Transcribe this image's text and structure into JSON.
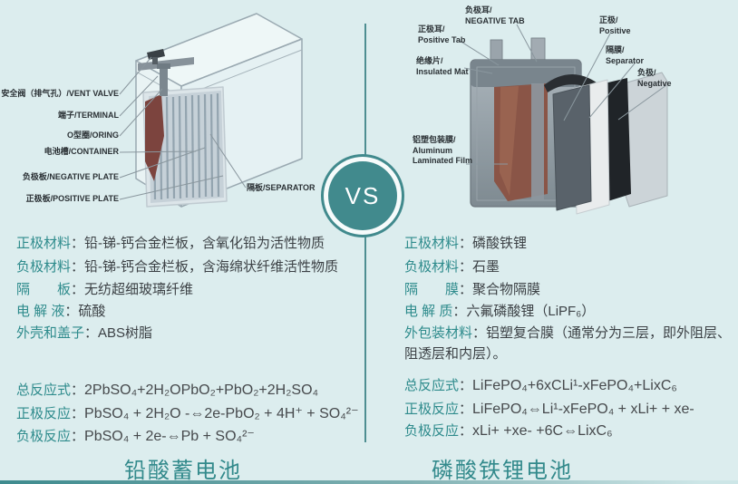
{
  "vs_badge": {
    "label": "VS"
  },
  "colon": "：",
  "colors": {
    "background": "#dcedee",
    "accent_teal": "#338a8c",
    "label_teal": "#2e8b8c",
    "text_dark": "#3c4145",
    "vs_circle": "#418a8d"
  },
  "left": {
    "title": "铅酸蓄电池",
    "diagram_labels": [
      {
        "text": "安全阀（排气孔）/VENT VALVE"
      },
      {
        "text": "端子/TERMINAL"
      },
      {
        "text": "O型圈/ORING"
      },
      {
        "text": "电池槽/CONTAINER"
      },
      {
        "text": "负极板/NEGATIVE PLATE"
      },
      {
        "text": "正极板/POSITIVE PLATE"
      },
      {
        "text": "隔板/SEPARATOR"
      }
    ],
    "specs": [
      {
        "label": "正极材料",
        "value": "铅-锑-钙合金栏板，含氧化铅为活性物质"
      },
      {
        "label": "负极材料",
        "value": "铅-锑-钙合金栏板，含海绵状纤维活性物质"
      },
      {
        "label": "隔　　板",
        "value": "无纺超细玻璃纤维"
      },
      {
        "label": "电 解 液",
        "value": "硫酸"
      },
      {
        "label": "外壳和盖子",
        "value": "ABS树脂"
      }
    ],
    "reactions": [
      {
        "label": "总反应式",
        "value": "2PbSO₄+2H₂OPbO₂+PbO₂+2H₂SO₄"
      },
      {
        "label": "正极反应",
        "value": "PbSO₄ + 2H₂O -⇔2e-PbO₂ + 4H⁺ + SO₄²⁻"
      },
      {
        "label": "负极反应",
        "value": "PbSO₄ + 2e-⇔Pb + SO₄²⁻"
      }
    ]
  },
  "right": {
    "title": "磷酸铁锂电池",
    "diagram_labels": [
      {
        "text": "负极耳/\nNEGATIVE TAB"
      },
      {
        "text": "正极耳/\nPositive Tab"
      },
      {
        "text": "绝缘片/\nInsulated Mat"
      },
      {
        "text": "铝塑包装膜/\nAluminum\nLaminated Film"
      },
      {
        "text": "正极/\nPositive"
      },
      {
        "text": "隔膜/\nSeparator"
      },
      {
        "text": "负极/\nNegative"
      }
    ],
    "specs": [
      {
        "label": "正极材料",
        "value": "磷酸铁锂"
      },
      {
        "label": "负极材料",
        "value": "石墨"
      },
      {
        "label": "隔　　膜",
        "value": "聚合物隔膜"
      },
      {
        "label": "电 解 质",
        "value": "六氟磷酸锂（LiPF₆）"
      },
      {
        "label": "外包装材料",
        "value": "铝塑复合膜（通常分为三层，即外阻层、阻透层和内层）。"
      }
    ],
    "reactions": [
      {
        "label": "总反应式",
        "value": "LiFePO₄+6xCLi¹-xFePO₄+LixC₆"
      },
      {
        "label": "正极反应",
        "value": "LiFePO₄⇔Li¹-xFePO₄ + xLi+ + xe-"
      },
      {
        "label": "负极反应",
        "value": "xLi+ +xe- +6C⇔LixC₆"
      }
    ]
  }
}
